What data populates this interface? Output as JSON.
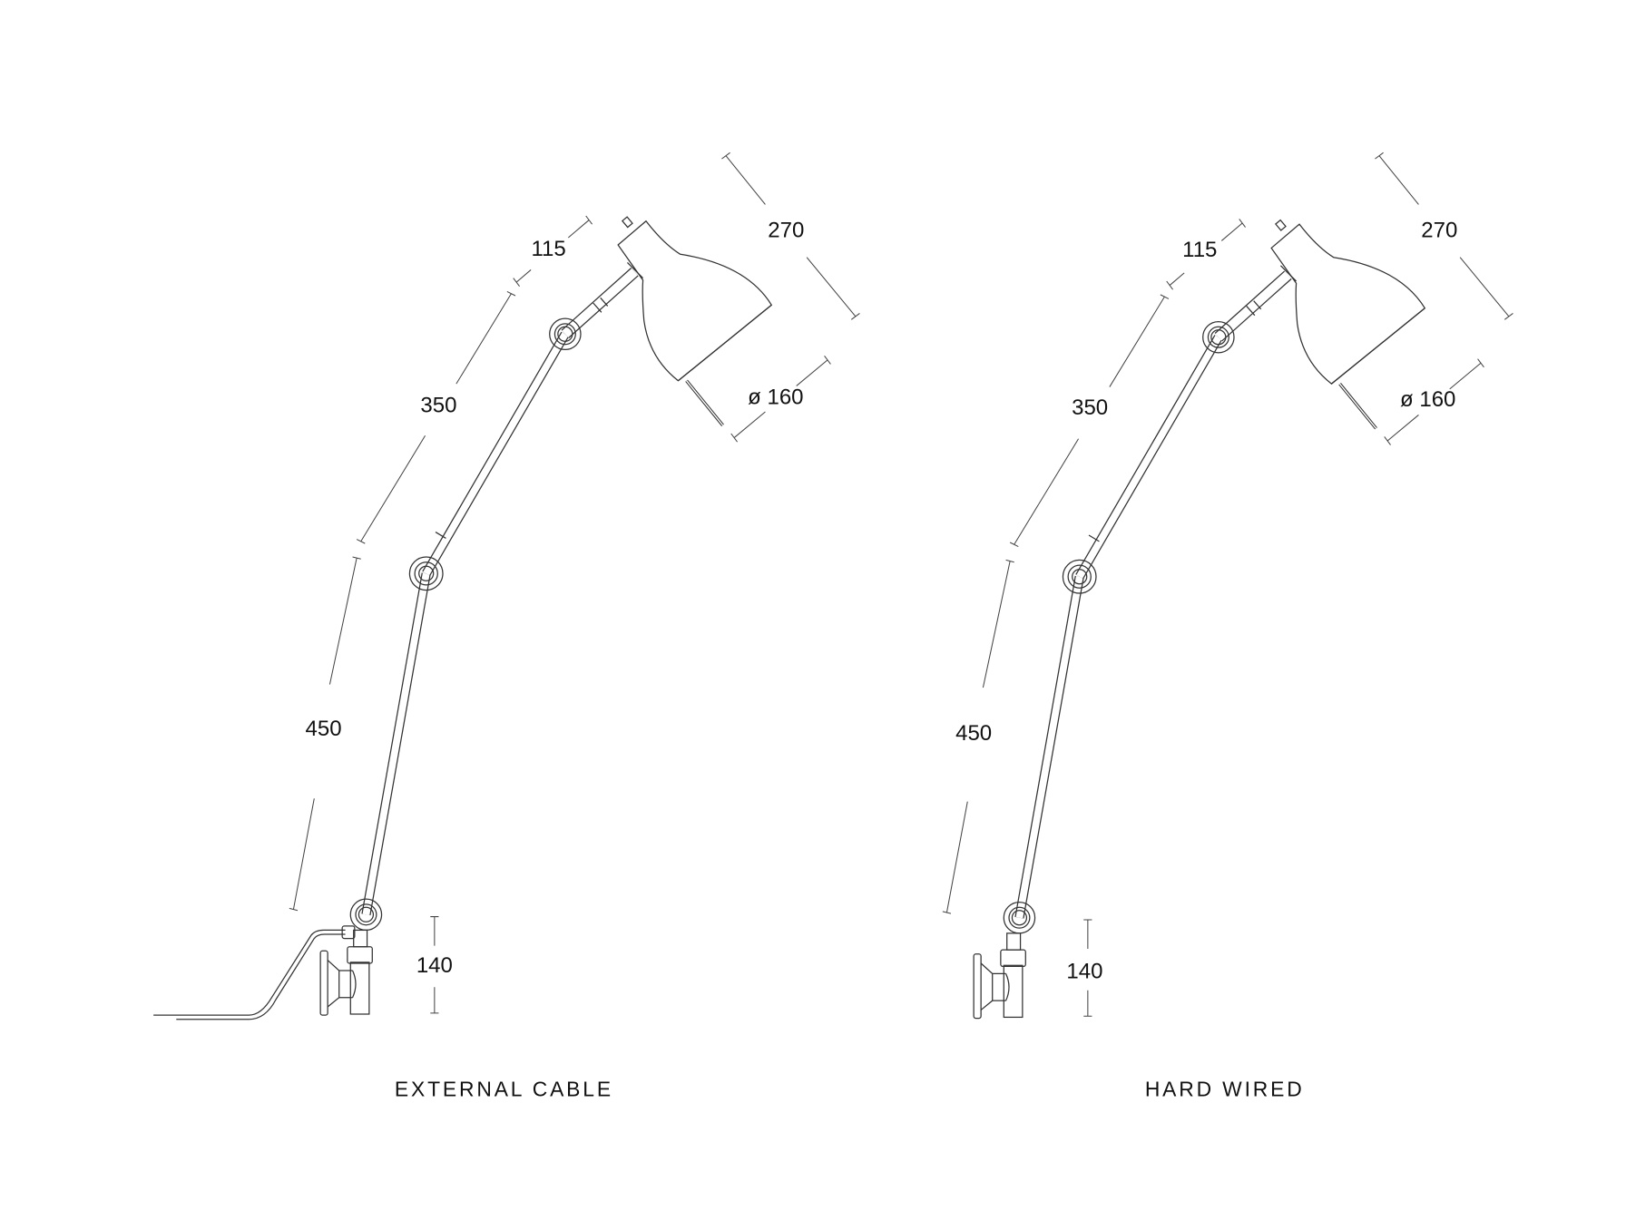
{
  "variants": [
    {
      "caption": "EXTERNAL CABLE",
      "dimensions": {
        "shade_length": "270",
        "shade_diameter": "ø 160",
        "head_arm": "115",
        "upper_arm": "350",
        "lower_arm": "450",
        "base_height": "140"
      }
    },
    {
      "caption": "HARD WIRED",
      "dimensions": {
        "shade_length": "270",
        "shade_diameter": "ø 160",
        "head_arm": "115",
        "upper_arm": "350",
        "lower_arm": "450",
        "base_height": "140"
      }
    }
  ],
  "colors": {
    "line": "#333333",
    "background": "#ffffff"
  }
}
